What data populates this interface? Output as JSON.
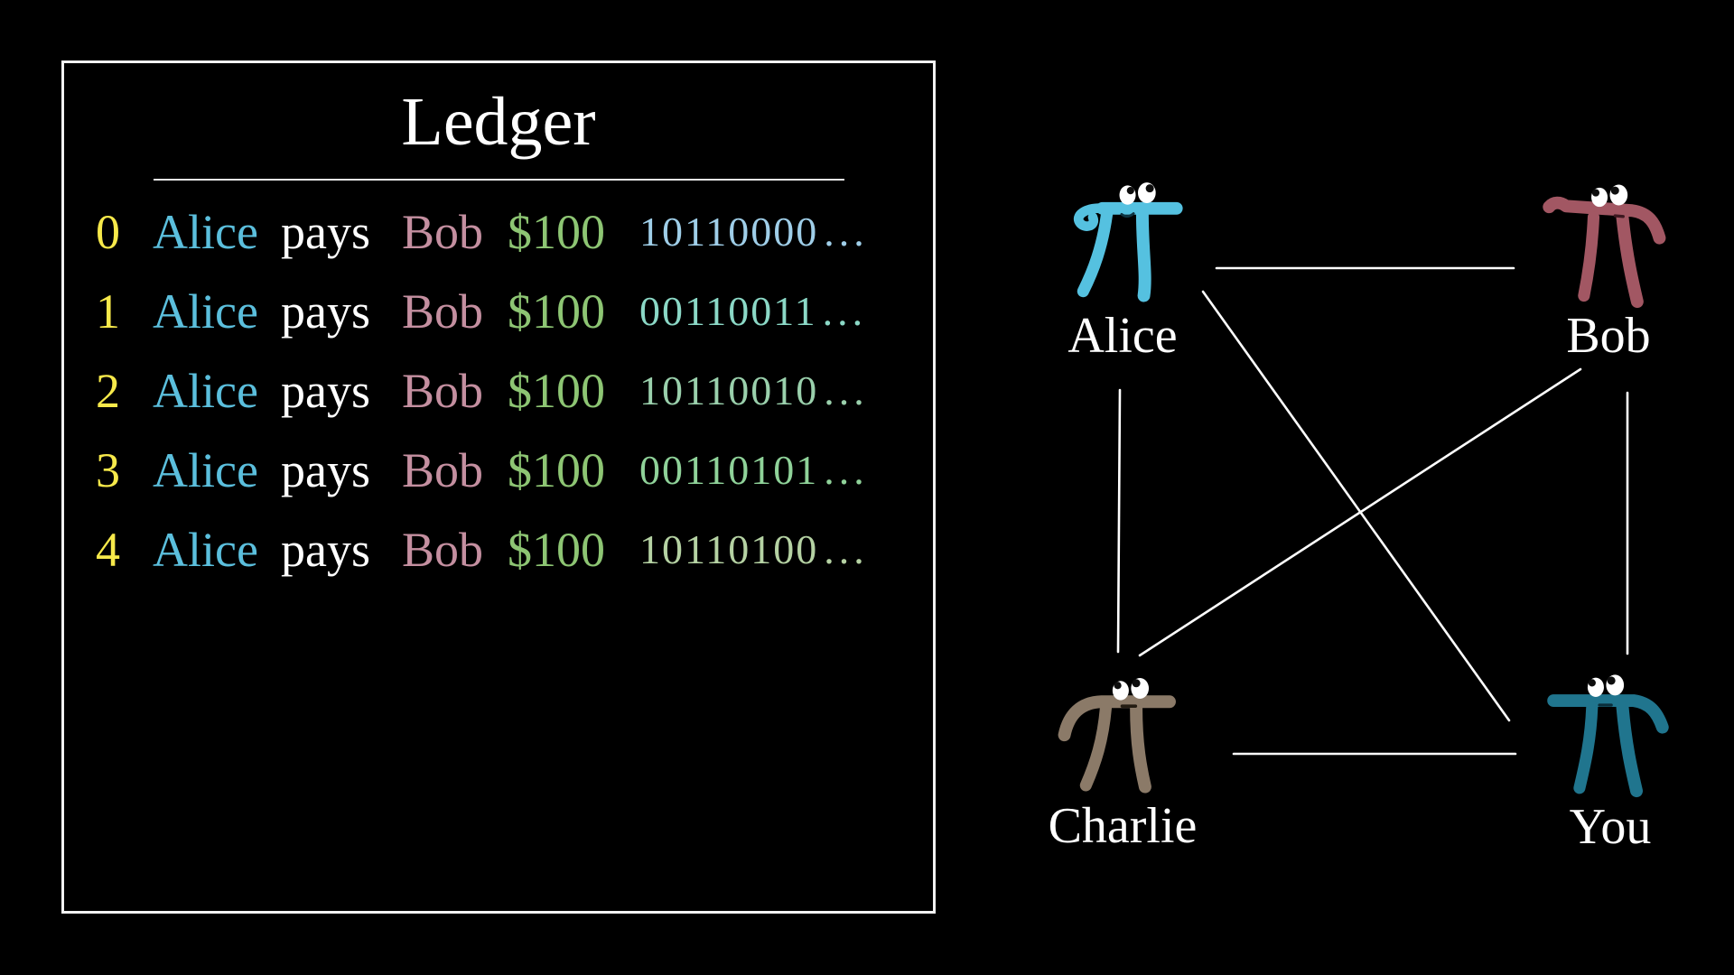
{
  "scene": {
    "background": "#000000"
  },
  "ledger": {
    "title": "Ledger",
    "ellipsis": "...",
    "colors": {
      "index": "#F7E94A",
      "from": "#5BBFDD",
      "verb": "#FFFFFF",
      "to": "#C48FA0",
      "amount": "#8DC573"
    },
    "entries": [
      {
        "index": "0",
        "from": "Alice",
        "verb": "pays",
        "to": "Bob",
        "amount": "$100",
        "signature": "10110000",
        "sig_color": "#9FCEE8"
      },
      {
        "index": "1",
        "from": "Alice",
        "verb": "pays",
        "to": "Bob",
        "amount": "$100",
        "signature": "00110011",
        "sig_color": "#8BD8C6"
      },
      {
        "index": "2",
        "from": "Alice",
        "verb": "pays",
        "to": "Bob",
        "amount": "$100",
        "signature": "10110010",
        "sig_color": "#9AD0AC"
      },
      {
        "index": "3",
        "from": "Alice",
        "verb": "pays",
        "to": "Bob",
        "amount": "$100",
        "signature": "00110101",
        "sig_color": "#8FD299"
      },
      {
        "index": "4",
        "from": "Alice",
        "verb": "pays",
        "to": "Bob",
        "amount": "$100",
        "signature": "10110100",
        "sig_color": "#B5D2A3"
      }
    ]
  },
  "network": {
    "edge_color": "#FFFFFF",
    "edges": [
      [
        "Alice",
        "Bob"
      ],
      [
        "Alice",
        "Charlie"
      ],
      [
        "Alice",
        "You"
      ],
      [
        "Bob",
        "Charlie"
      ],
      [
        "Bob",
        "You"
      ],
      [
        "Charlie",
        "You"
      ]
    ],
    "nodes": [
      {
        "label": "Alice",
        "color": "#55C1E0"
      },
      {
        "label": "Bob",
        "color": "#A25763"
      },
      {
        "label": "Charlie",
        "color": "#8B7A68"
      },
      {
        "label": "You",
        "color": "#20758E"
      }
    ]
  }
}
